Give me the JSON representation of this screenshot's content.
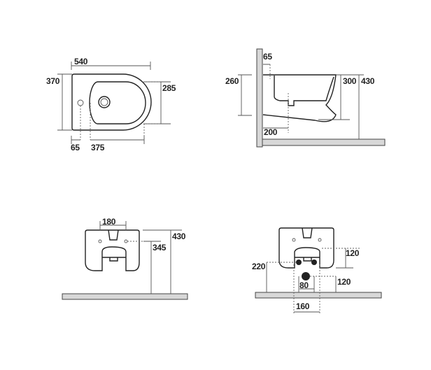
{
  "top_view": {
    "width": "540",
    "depth": "370",
    "bowl_width": "285",
    "tap_hole_offset": "65",
    "bowl_length": "375"
  },
  "side_view": {
    "wall_offset": "65",
    "fixing_height": "260",
    "bowl_height": "300",
    "rim_height": "430",
    "drain_offset": "200"
  },
  "front_view": {
    "fixing_spacing": "180",
    "fixing_height": "345",
    "rim_height": "430"
  },
  "rear_view": {
    "upper_offset": "120",
    "supply_height": "220",
    "waste_height": "120",
    "supply_spacing": "80",
    "frame_spacing": "160"
  }
}
